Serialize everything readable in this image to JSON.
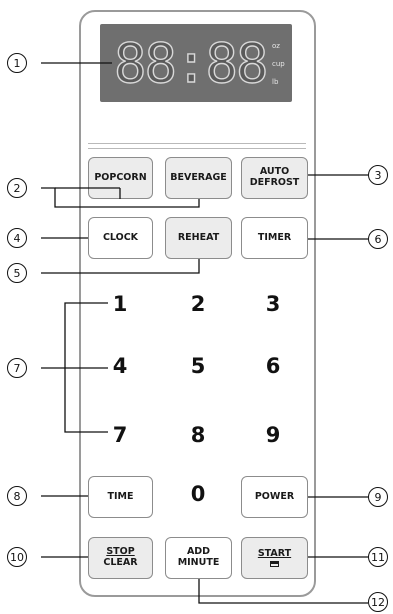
{
  "display": {
    "digits": "88:88",
    "units": [
      "oz",
      "cup",
      "lb"
    ]
  },
  "buttons": {
    "popcorn": "POPCORN",
    "beverage": "BEVERAGE",
    "auto_defrost": [
      "AUTO",
      "DEFROST"
    ],
    "clock": "CLOCK",
    "reheat": "REHEAT",
    "timer": "TIMER",
    "time": "TIME",
    "power": "POWER",
    "stop_clear": [
      "STOP",
      "CLEAR"
    ],
    "add_minute": [
      "ADD",
      "MINUTE"
    ],
    "start": "START"
  },
  "keypad": [
    "1",
    "2",
    "3",
    "4",
    "5",
    "6",
    "7",
    "8",
    "9",
    "0"
  ],
  "callouts": [
    "1",
    "2",
    "3",
    "4",
    "5",
    "6",
    "7",
    "8",
    "9",
    "10",
    "11",
    "12"
  ],
  "colors": {
    "display_bg": "#6f6f6f",
    "panel_border": "#9a9a9a",
    "gray_button": "#ececec"
  },
  "icons": {
    "start_lock": "lock-icon"
  }
}
